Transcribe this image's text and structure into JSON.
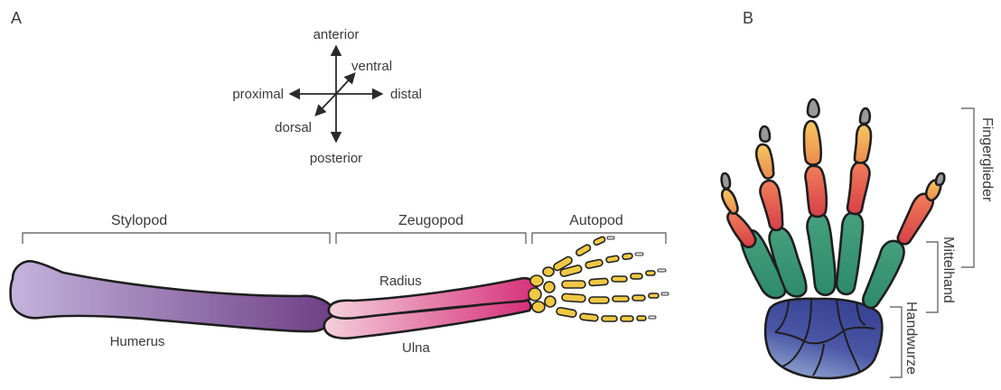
{
  "panels": {
    "a": "A",
    "b": "B"
  },
  "orientation": {
    "anterior": "anterior",
    "ventral": "ventral",
    "proximal": "proximal",
    "distal": "distal",
    "dorsal": "dorsal",
    "posterior": "posterior"
  },
  "segments": {
    "stylopod": "Stylopod",
    "zeugopod": "Zeugopod",
    "autopod": "Autopod"
  },
  "bones": {
    "humerus": "Humerus",
    "radius": "Radius",
    "ulna": "Ulna"
  },
  "hand_regions": {
    "fingers": "Fingerglieder",
    "metacarpus": "Mittelhand",
    "carpus": "Handwurze"
  },
  "colors": {
    "humerus_light": "#c4b4dc",
    "humerus_dark": "#6e3f86",
    "forearm_light": "#f2c8d4",
    "forearm_dark": "#d6307a",
    "autopod_yellow": "#f0c845",
    "carpal_blue": "#3f4b9c",
    "carpal_light": "#8ea6cf",
    "metacarpal_green": "#2f8c6c",
    "phalanx_red": "#d84a4a",
    "phalanx_orange": "#ee9a55",
    "phalanx_yellow": "#f3c55a",
    "tip_gray": "#9a9a9a"
  }
}
